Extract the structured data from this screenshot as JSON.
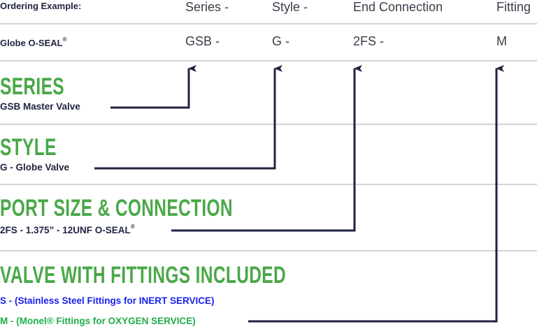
{
  "ordering": {
    "label": "Ordering Example:",
    "columns": [
      "Series -",
      "Style -",
      "End Connection",
      "Fitting"
    ],
    "product": "Globe O-SEAL",
    "product_mark": "®",
    "values": [
      "GSB -",
      "G -",
      "2FS -",
      "M"
    ]
  },
  "sections": [
    {
      "heading": "SERIES",
      "lines": [
        "GSB Master Valve"
      ]
    },
    {
      "heading": "STYLE",
      "lines": [
        "G - Globe Valve"
      ]
    },
    {
      "heading": "PORT SIZE & CONNECTION",
      "lines": [
        "2FS - 1.375” - 12UNF O-SEAL"
      ],
      "mark": "®"
    },
    {
      "heading": "VALVE WITH FITTINGS INCLUDED",
      "lines": [
        "S - (Stainless Steel Fittings for INERT SERVICE)",
        "M - (Monel® Fittings for OXYGEN SERVICE)"
      ]
    }
  ],
  "colors": {
    "heading": "#4aa848",
    "connector": "#1f2340",
    "inert": "#1a22f0",
    "oxygen": "#1fae4a"
  }
}
